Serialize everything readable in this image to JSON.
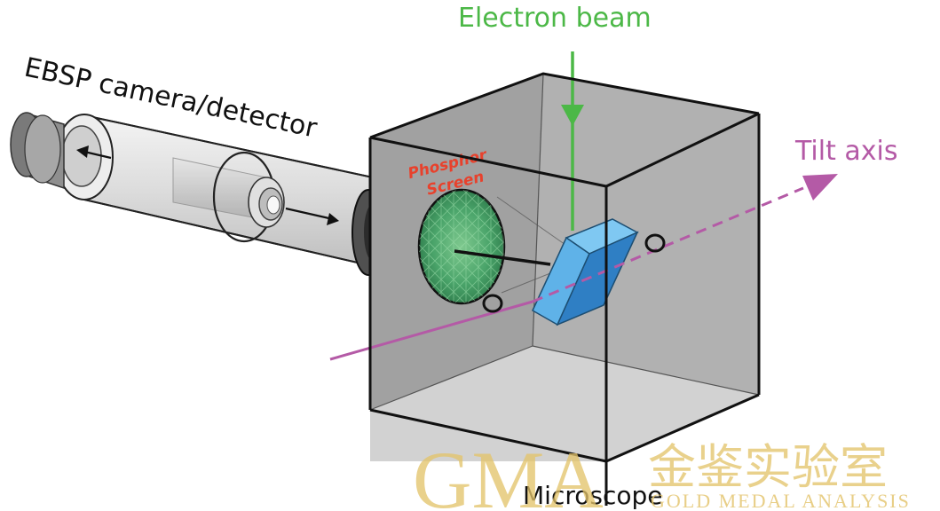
{
  "labels": {
    "camera": "EBSP camera/detector",
    "beam": "Electron beam",
    "tilt": "Tilt axis",
    "phosphor_line1": "Phosphor",
    "phosphor_line2": "Screen",
    "microscope": "Microscope"
  },
  "watermark": {
    "logo": "GMA",
    "chinese": "金鉴实验室",
    "english": "GOLD MEDAL ANALYSIS"
  },
  "colors": {
    "beam": "#4cb847",
    "tilt_axis": "#b45aa6",
    "phosphor_text": "#e8412c",
    "sample": "#3a94d6",
    "chamber": "#b3b3b3",
    "screen": "#2e8b57",
    "watermark": "#e3c36a"
  }
}
